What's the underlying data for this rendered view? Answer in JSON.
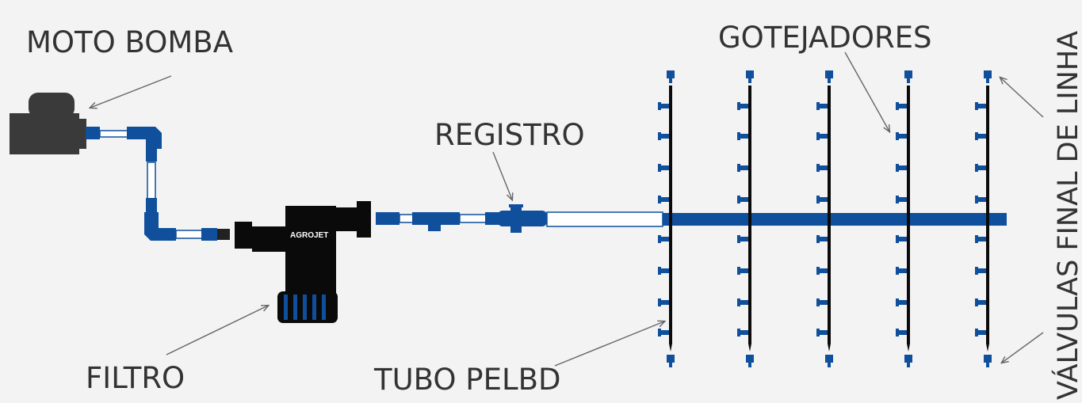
{
  "labels": {
    "motor_pump": "MOTO BOMBA",
    "filter": "FILTRO",
    "valve": "REGISTRO",
    "pipe": "TUBO PELBD",
    "drippers": "GOTEJADORES",
    "end_valves": "VÁLVULAS FINAL DE LINHA"
  },
  "filter_brand": "AGROJET",
  "colors": {
    "background": "#f3f3f3",
    "pipe_blue": "#0f4f9c",
    "dark_equipment": "#3a3a3a",
    "black": "#0a0a0a",
    "label_text": "#333333",
    "arrow": "#666666"
  },
  "components": {
    "lateral_lines": 5,
    "drippers_per_line": 8,
    "end_valves_per_line": 2
  }
}
